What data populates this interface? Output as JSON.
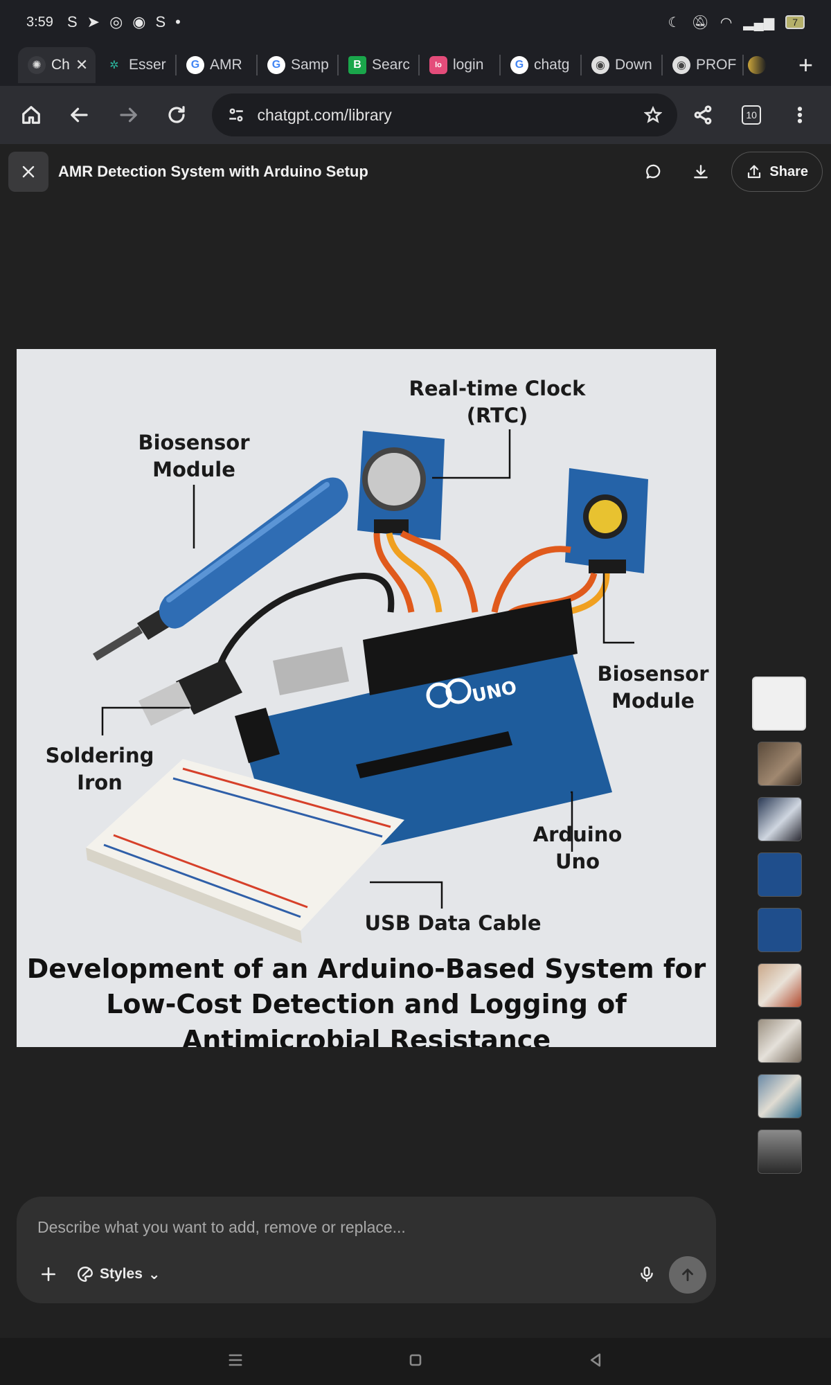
{
  "status_bar": {
    "time": "3:59",
    "left_icons": [
      "S",
      "telegram-icon",
      "instagram-icon",
      "messenger-icon",
      "S",
      "•"
    ],
    "battery": "7"
  },
  "tabs": [
    {
      "label": "Ch",
      "favicon": "chatgpt-icon",
      "active": true
    },
    {
      "label": "Esser",
      "favicon": "e"
    },
    {
      "label": "AMR",
      "favicon": "G"
    },
    {
      "label": "Samp",
      "favicon": "G"
    },
    {
      "label": "Searc",
      "favicon": "B"
    },
    {
      "label": "login",
      "favicon": "lo"
    },
    {
      "label": "chatg",
      "favicon": "G"
    },
    {
      "label": "Down",
      "favicon": "chrome-icon"
    },
    {
      "label": "PROF",
      "favicon": "chrome-icon"
    }
  ],
  "toolbar": {
    "url": "chatgpt.com/library",
    "tab_count": "10"
  },
  "header": {
    "title": "AMR Detection System with Arduino Setup",
    "share_label": "Share"
  },
  "image": {
    "labels": {
      "rtc": "Real-time Clock (RTC)",
      "biosensor_left": "Biosensor Module",
      "biosensor_right": "Biosensor Module",
      "soldering": "Soldering Iron",
      "arduino": "Arduino Uno",
      "usb": "USB Data Cable"
    },
    "board_text": "UNO",
    "caption": "Development of an Arduino-Based System for Low-Cost Detection and Logging of Antimicrobial Resistance"
  },
  "composer": {
    "placeholder": "Describe what you want to add, remove or replace...",
    "styles_label": "Styles"
  },
  "colors": {
    "background": "#212121",
    "composer": "#303030",
    "browser_chrome": "#2d2e33"
  }
}
